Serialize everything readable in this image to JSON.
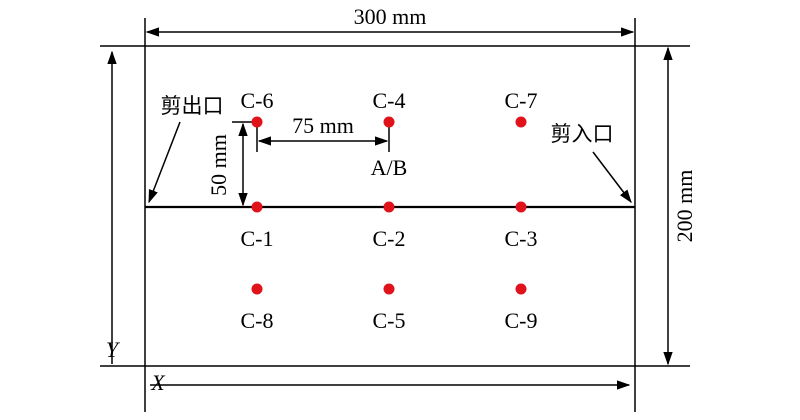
{
  "dimensions": {
    "width_label": "300 mm",
    "height_label": "200 mm",
    "spacing_x_label": "75 mm",
    "spacing_y_label": "50 mm"
  },
  "axes": {
    "x": "X",
    "y": "Y"
  },
  "annotations": {
    "outlet": "剪出口",
    "inlet": "剪入口",
    "ab_label": "A/B"
  },
  "points": [
    {
      "id": "C-6",
      "color": "#e0131b"
    },
    {
      "id": "C-4",
      "color": "#e0131b"
    },
    {
      "id": "C-7",
      "color": "#e0131b"
    },
    {
      "id": "C-1",
      "color": "#e0131b"
    },
    {
      "id": "C-2",
      "color": "#e0131b"
    },
    {
      "id": "C-3",
      "color": "#e0131b"
    },
    {
      "id": "C-8",
      "color": "#e0131b"
    },
    {
      "id": "C-5",
      "color": "#e0131b"
    },
    {
      "id": "C-9",
      "color": "#e0131b"
    }
  ]
}
